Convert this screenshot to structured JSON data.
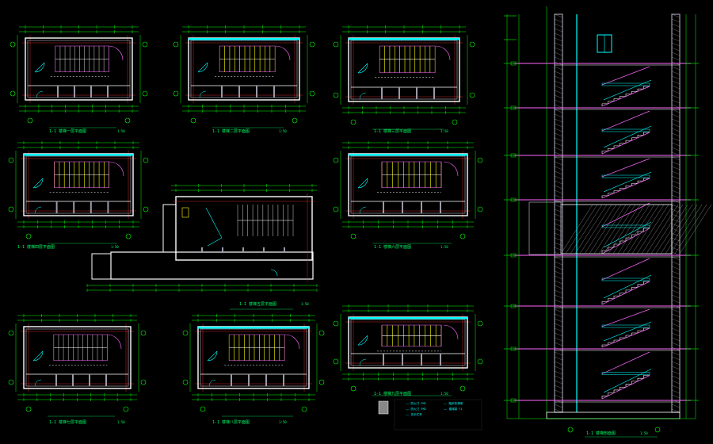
{
  "colors": {
    "background": "#000000",
    "dimension": "#00ff00",
    "wall": "#ffffff",
    "wall_fill": "#9a9aa8",
    "axis": "#ff3030",
    "stair": "#ffff00",
    "door": "#00ffff",
    "slab": "#ff66ff",
    "label": "#00ff66",
    "hatch": "#b0b0b0"
  },
  "plans": [
    {
      "id": "plan-1",
      "title": "1-1 楼梯一层平面图",
      "scale": "1:50",
      "stair_style": "hatch"
    },
    {
      "id": "plan-2",
      "title": "1-1 楼梯二层平面图",
      "scale": "1:50",
      "stair_style": "yellow"
    },
    {
      "id": "plan-3",
      "title": "1-1 楼梯三层平面图",
      "scale": "1:50",
      "stair_style": "yellow"
    },
    {
      "id": "plan-4",
      "title": "1-1 楼梯四层平面图",
      "scale": "1:50",
      "stair_style": "yellow"
    },
    {
      "id": "plan-5",
      "title": "1-1 楼梯五层平面图",
      "scale": "1:50",
      "stair_style": "yellow"
    },
    {
      "id": "plan-6",
      "title": "1-1 楼梯六层平面图",
      "scale": "1:50",
      "stair_style": "yellow"
    },
    {
      "id": "plan-7",
      "title": "1-1 楼梯七层平面图",
      "scale": "1:50",
      "stair_style": "hatch"
    },
    {
      "id": "plan-8",
      "title": "1-1 楼梯八层平面图",
      "scale": "1:50",
      "stair_style": "yellow"
    },
    {
      "id": "plan-9",
      "title": "1-1 楼梯九层平面图",
      "scale": "1:50",
      "stair_style": "yellow"
    }
  ],
  "section": {
    "title": "1-1 楼梯剖面图",
    "scale": "1:50"
  },
  "legend": {
    "rows": [
      "—— 防火门 FM1",
      "—— 防火门 FM2",
      "—— 扶手栏杆",
      "—— 踏步防滑条",
      "—— 楼梯梁 TL"
    ]
  }
}
